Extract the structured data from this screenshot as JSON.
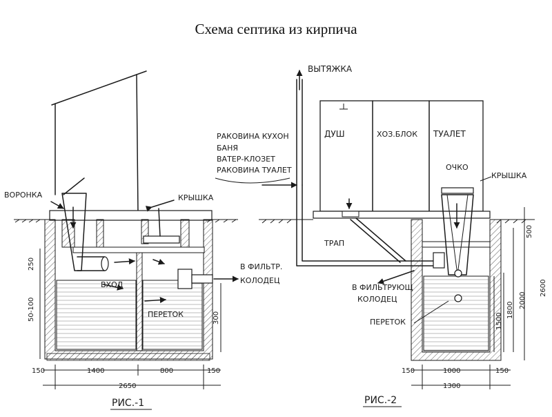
{
  "title": "Схема септика из кирпича",
  "fig1": {
    "label": "РИС.-1",
    "voronka": "ВОРОНКА",
    "kryshka": "КРЫШКА",
    "vhod": "ВХОД",
    "peretok": "ПЕРЕТОК",
    "filter_line1": "В ФИЛЬТР.",
    "filter_line2": "КОЛОДЕЦ",
    "dims": {
      "d250": "250",
      "d50_100": "50-100",
      "d300": "300",
      "d150_left": "150",
      "d1400": "1400",
      "d800": "800",
      "d150_right": "150",
      "d2650": "2650"
    }
  },
  "fig2": {
    "label": "РИС.-2",
    "vytyazhka": "ВЫТЯЖКА",
    "rakovina_kuhon": "РАКОВИНА КУХОН",
    "banya": "БАНЯ",
    "vater_klozet": "ВАТЕР-КЛОЗЕТ",
    "rakovina_tualet": "РАКОВИНА ТУАЛЕТ",
    "dush": "ДУШ",
    "hoz_blok": "ХОЗ.БЛОК",
    "tualet": "ТУАЛЕТ",
    "ochko": "ОЧКО",
    "kryshka": "КРЫШКА",
    "trap": "ТРАП",
    "filter_line1": "В ФИЛЬТРУЮЩ",
    "filter_line2": "КОЛОДЕЦ",
    "peretok": "ПЕРЕТОК",
    "dims": {
      "d500": "500",
      "d2600": "2600",
      "d2000": "2000",
      "d1800": "1800",
      "d1500": "1500",
      "d150_left": "150",
      "d1000": "1000",
      "d150_right": "150",
      "d1300": "1300"
    }
  }
}
